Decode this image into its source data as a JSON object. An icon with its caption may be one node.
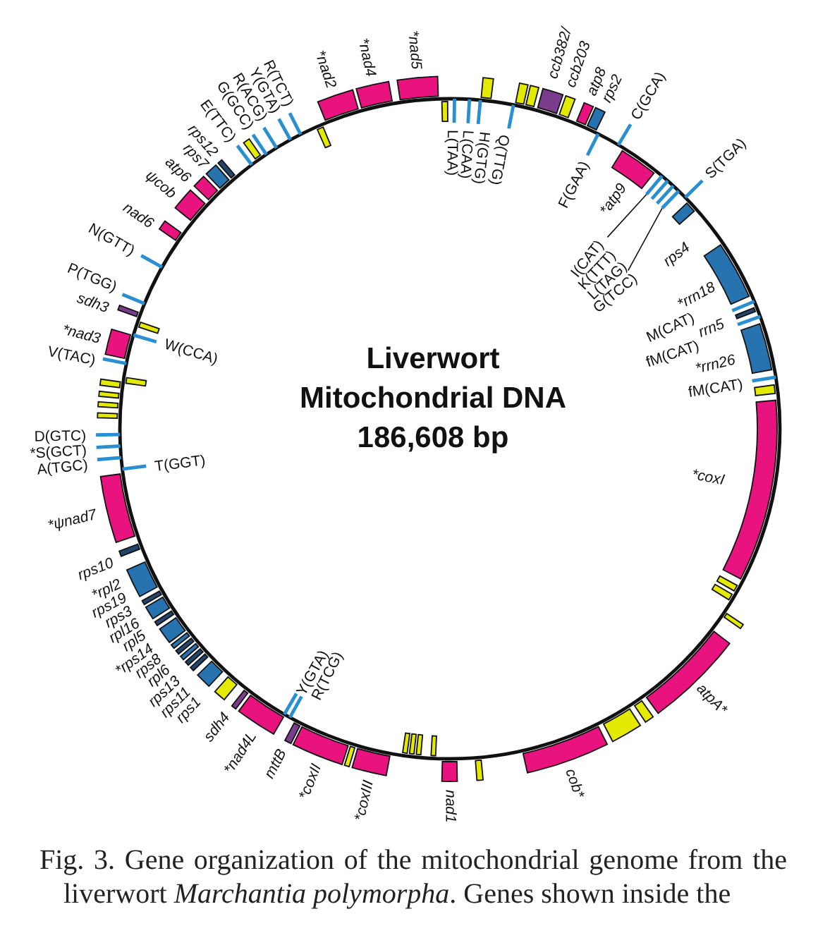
{
  "diagram": {
    "title": "Liverwort Mitochondrial DNA 186,608 bp",
    "caption": "Fig. 3. Gene organization of the mitochondrial genome from the liverwort *Marchantia polymorpha*. Genes shown inside the",
    "nodes": [
      {
        "text": [
          "I(CAT)"
        ]
      },
      {
        "text": [
          "G(TCC)"
        ]
      },
      {
        "text": [],
        "shape": "line"
      },
      {
        "text": [],
        "shape": "line"
      }
    ],
    "edges": [
      {
        "from": 0,
        "to": 2,
        "arrow": "none"
      },
      {
        "from": 1,
        "to": 3,
        "arrow": "none"
      }
    ],
    "labels": [
      "L(TAA)",
      "L(CAA)",
      "H(GTG)",
      "Q(TTG)",
      "ccb382/",
      "ccb203",
      "atp8",
      "rps2",
      "F(GAA)",
      "C(GCA)",
      "*atp9",
      "K(TTT)",
      "L(TAG)",
      "S(TGA)",
      "rps4",
      "*rrn18",
      "M(CAT)",
      "rrn5",
      "fM(CAT)",
      "*rrn26",
      "fM(CAT)",
      "*coxI",
      "atpA*",
      "*coxII",
      "*coxIII",
      "nad1",
      "cob*",
      "R(TCG)",
      "mttB",
      "Y(GTA)",
      "*nad4L",
      "sdh4",
      "rps1",
      "rps11",
      "rps13",
      "rpl6",
      "rps8",
      "*rps14",
      "rpl5",
      "rpl16",
      "rps3",
      "rps19",
      "*rpl2",
      "rps10",
      "*ψnad7",
      "A(TGC)",
      "*S(GCT)",
      "D(GTC)",
      "T(GGT)",
      "V(TAC)",
      "*nad3",
      "W(CCA)",
      "sdh3",
      "P(TGG)",
      "N(GTT)",
      "nad6",
      "ψcob",
      "atp6",
      "rps7",
      "rps12",
      "E(TTC)",
      "G(GCC)",
      "R(ACG)",
      "Y(GTA)",
      "R(TCT)",
      "*nad2",
      "*nad4",
      "*nad5"
    ]
  }
}
